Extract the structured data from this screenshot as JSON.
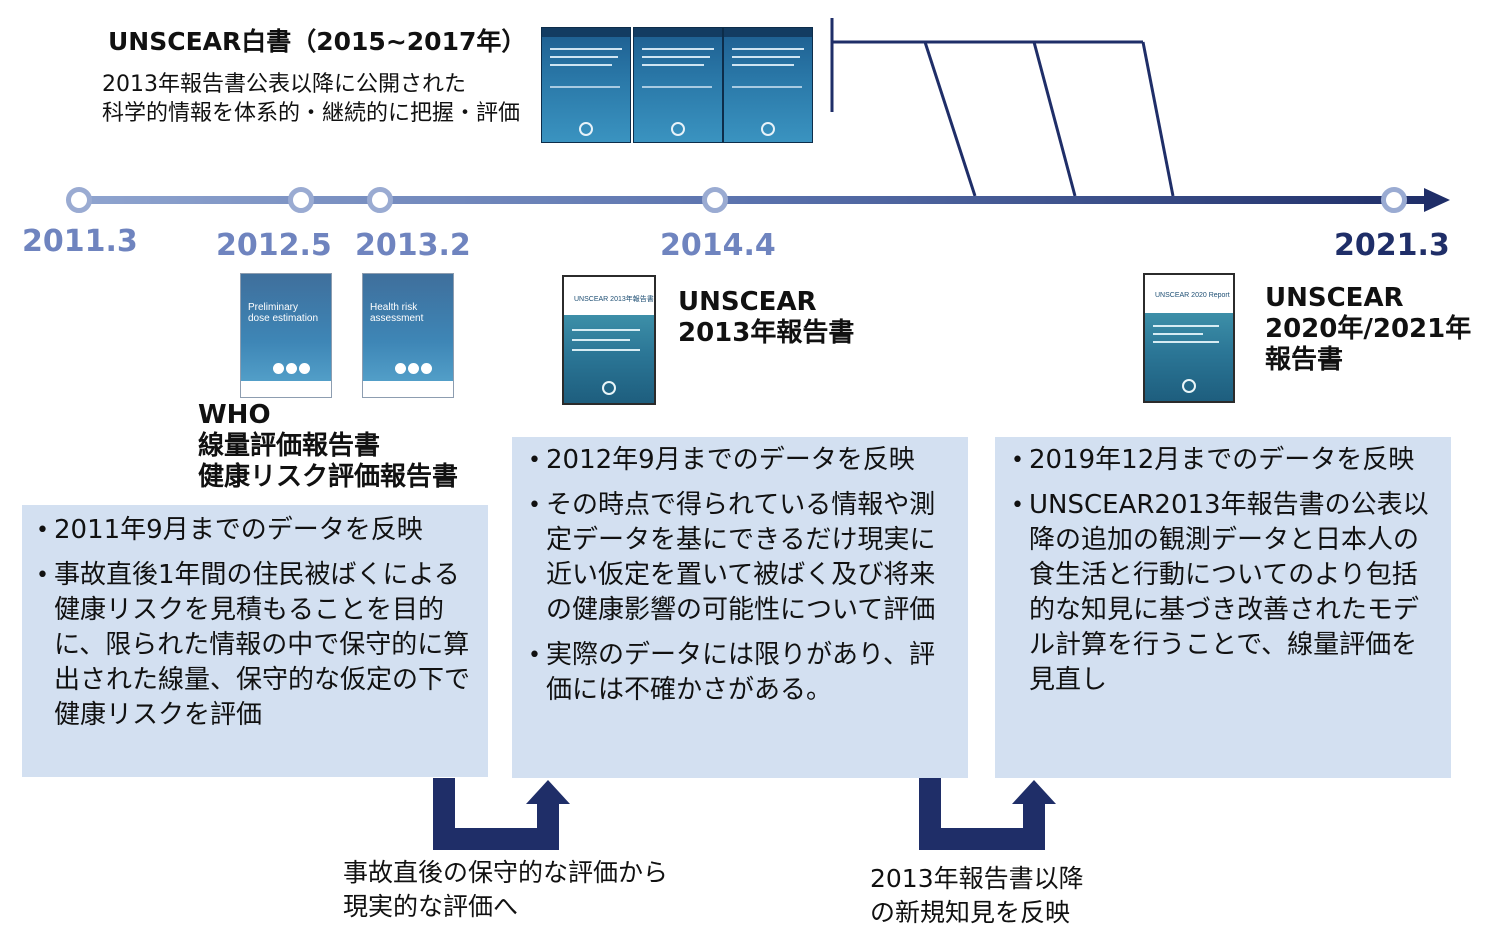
{
  "white_paper": {
    "title": "UNSCEAR白書（2015~2017年）",
    "desc_line1": "2013年報告書公表以降に公開された",
    "desc_line2": "科学的情報を体系的・継続的に把握・評価"
  },
  "timeline": {
    "labels": [
      "2011.3",
      "2012.5",
      "2013.2",
      "2014.4",
      "2021.3"
    ]
  },
  "reports": {
    "who_cover1": [
      "Preliminary",
      "dose estimation"
    ],
    "who_cover2": [
      "Health risk",
      "assessment"
    ],
    "who_label": [
      "WHO",
      "線量評価報告書",
      "健康リスク評価報告書"
    ],
    "un2013_cover": "UNSCEAR 2013年報告書",
    "un2013_label": [
      "UNSCEAR",
      "2013年報告書"
    ],
    "un2020_cover": "UNSCEAR 2020 Report",
    "un2020_label": [
      "UNSCEAR",
      "2020年/2021年",
      "報告書"
    ]
  },
  "boxes": {
    "box1": [
      "2011年9月までのデータを反映",
      "事故直後1年間の住民被ばくによる健康リスクを見積もることを目的に、限られた情報の中で保守的に算出された線量、保守的な仮定の下で健康リスクを評価"
    ],
    "box2": [
      "2012年9月までのデータを反映",
      "その時点で得られている情報や測定データを基にできるだけ現実に近い仮定を置いて被ばく及び将来の健康影響の可能性について評価",
      "実際のデータには限りがあり、評価には不確かさがある。"
    ],
    "box3": [
      "2019年12月までのデータを反映",
      "UNSCEAR2013年報告書の公表以降の追加の観測データと日本人の食生活と行動についてのより包括的な知見に基づき改善されたモデル計算を行うことで、線量評価を見直し"
    ]
  },
  "transitions": {
    "t1": [
      "事故直後の保守的な評価から",
      "現実的な評価へ"
    ],
    "t2": [
      "2013年報告書以降",
      "の新規知見を反映"
    ]
  },
  "colors": {
    "axis_dark": "#1f2e68",
    "axis_light": "#8fa4cf",
    "node_ring": "#9aabd2",
    "box_fill": "#d3e0f1",
    "year_light": "#6f84bf",
    "year_dark": "#1f2e68"
  }
}
